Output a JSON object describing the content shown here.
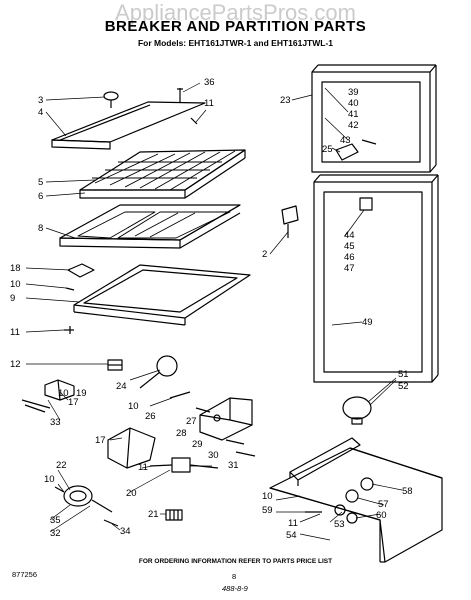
{
  "watermark": "AppliancePartsPros.com",
  "title": "BREAKER AND PARTITION PARTS",
  "subtitle": "For Models: EHT161JTWR-1 and EHT161JTWL-1",
  "footer": {
    "order_note": "FOR ORDERING INFORMATION REFER TO PARTS PRICE LIST",
    "doc_number": "877256",
    "page_number": "8",
    "handwritten": "488-8-9"
  },
  "callouts": [
    "3",
    "36",
    "11",
    "4",
    "23",
    "39",
    "40",
    "41",
    "42",
    "43",
    "25",
    "5",
    "6",
    "8",
    "44",
    "45",
    "46",
    "47",
    "2",
    "18",
    "10",
    "9",
    "11",
    "49",
    "12",
    "51",
    "52",
    "24",
    "10",
    "26",
    "27",
    "28",
    "17",
    "19",
    "33",
    "10",
    "29",
    "30",
    "17",
    "11",
    "31",
    "22",
    "10",
    "20",
    "58",
    "10",
    "59",
    "57",
    "60",
    "53",
    "35",
    "32",
    "21",
    "34",
    "11",
    "54"
  ]
}
